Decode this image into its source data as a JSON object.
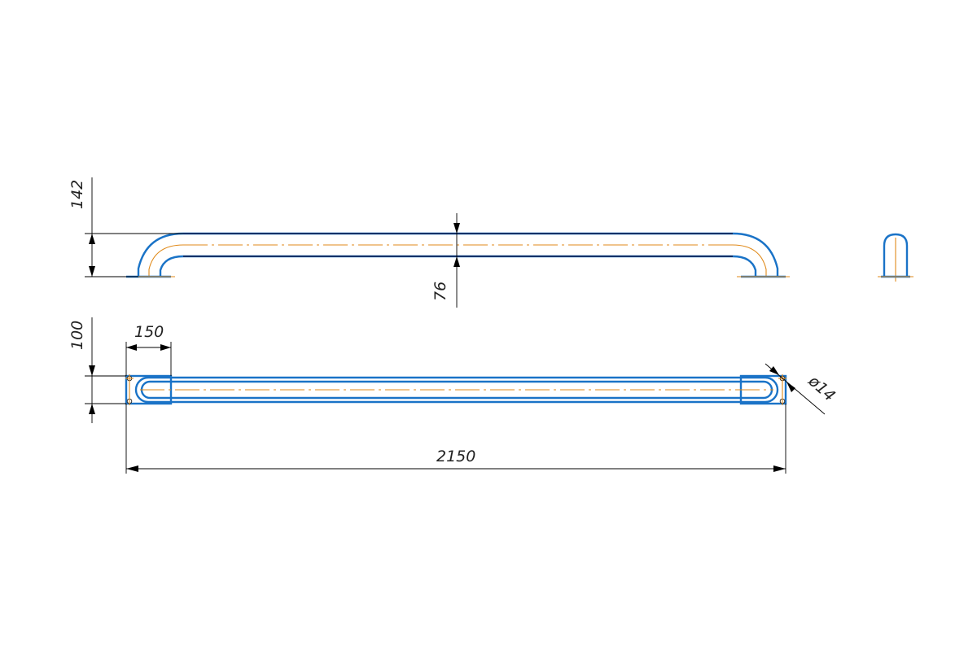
{
  "drawing": {
    "dimensions": {
      "height_total": "142",
      "tube_offset": "76",
      "flange_width": "100",
      "flange_length": "150",
      "hole_diameter": "ø14",
      "overall_length": "2150"
    },
    "colors": {
      "outline": "#1a73c7",
      "inner_outline": "#14285a",
      "centerline": "#e08a1a",
      "dimension": "#000000"
    }
  }
}
